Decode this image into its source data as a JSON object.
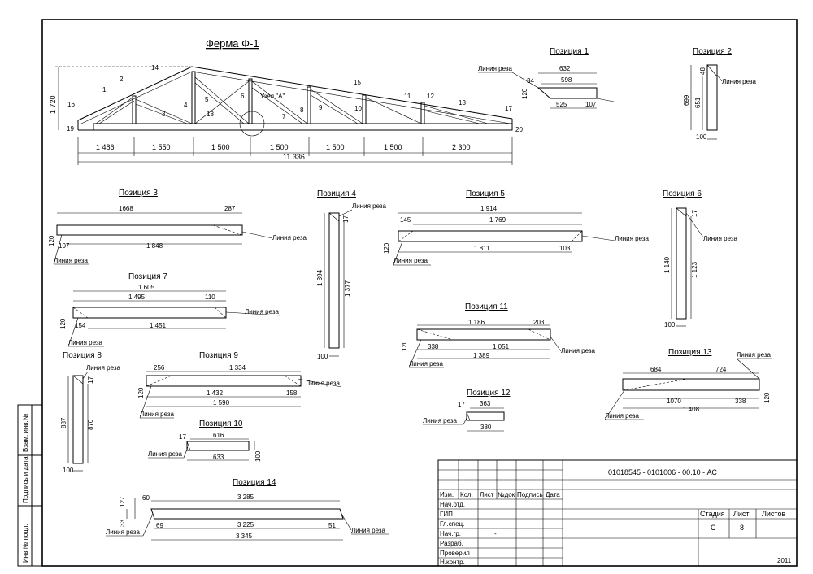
{
  "main_title": "Ферма Ф-1",
  "cut_line": "Линия реза",
  "node_a": "Узел \"А\"",
  "truss": {
    "height": "1 720",
    "members": [
      "1",
      "2",
      "3",
      "4",
      "5",
      "6",
      "7",
      "8",
      "9",
      "10",
      "11",
      "12",
      "13",
      "14",
      "15",
      "16",
      "17",
      "18",
      "19",
      "20"
    ],
    "spans": [
      "1 486",
      "1 550",
      "1 500",
      "1 500",
      "1 500",
      "1 500",
      "2 300"
    ],
    "total": "11 336"
  },
  "pos": {
    "p1": {
      "title": "Позиция 1",
      "d": [
        "632",
        "598",
        "525",
        "107",
        "34",
        "120"
      ]
    },
    "p2": {
      "title": "Позиция 2",
      "d": [
        "48",
        "699",
        "651",
        "100"
      ]
    },
    "p3": {
      "title": "Позиция 3",
      "d": [
        "1668",
        "287",
        "120",
        "107",
        "1 848"
      ]
    },
    "p4": {
      "title": "Позиция 4",
      "d": [
        "17",
        "1 394",
        "1 377",
        "100"
      ]
    },
    "p5": {
      "title": "Позиция 5",
      "d": [
        "1 914",
        "145",
        "1 769",
        "120",
        "1 811",
        "103"
      ]
    },
    "p6": {
      "title": "Позиция 6",
      "d": [
        "17",
        "1 140",
        "1 123",
        "100"
      ]
    },
    "p7": {
      "title": "Позиция 7",
      "d": [
        "1 605",
        "1 495",
        "110",
        "120",
        "154",
        "1 451"
      ]
    },
    "p8": {
      "title": "Позиция 8",
      "d": [
        "17",
        "887",
        "870",
        "100"
      ]
    },
    "p9": {
      "title": "Позиция 9",
      "d": [
        "256",
        "1 334",
        "120",
        "1 432",
        "158",
        "1 590"
      ]
    },
    "p10": {
      "title": "Позиция 10",
      "d": [
        "17",
        "616",
        "633",
        "100"
      ]
    },
    "p11": {
      "title": "Позиция 11",
      "d": [
        "1 186",
        "203",
        "120",
        "338",
        "1 051",
        "1 389"
      ]
    },
    "p12": {
      "title": "Позиция 12",
      "d": [
        "17",
        "363",
        "380"
      ]
    },
    "p13": {
      "title": "Позиция 13",
      "d": [
        "684",
        "724",
        "120",
        "1070",
        "338",
        "1 408"
      ]
    },
    "p14": {
      "title": "Позиция 14",
      "d": [
        "60",
        "127",
        "3 285",
        "33",
        "69",
        "3 225",
        "51",
        "3 345"
      ]
    }
  },
  "stamp": {
    "code": "01018545 - 0101006 - 00.10 -  АС",
    "cols": [
      "Изм.",
      "Кол.",
      "Лист",
      "№док",
      "Подпись",
      "Дата"
    ],
    "rows": [
      "Нач.отд.",
      "ГИП",
      "Гл.спец.",
      "Нач.гр.",
      "Разраб.",
      "Проверил",
      "Н.контр."
    ],
    "stage_label": "Стадия",
    "sheet_label": "Лист",
    "sheets_label": "Листов",
    "stage": "С",
    "sheet": "8",
    "year": "2011",
    "dash": "-"
  },
  "side": [
    "Взам. инв.№",
    "Подпись и дата",
    "Инв.№ подл."
  ]
}
